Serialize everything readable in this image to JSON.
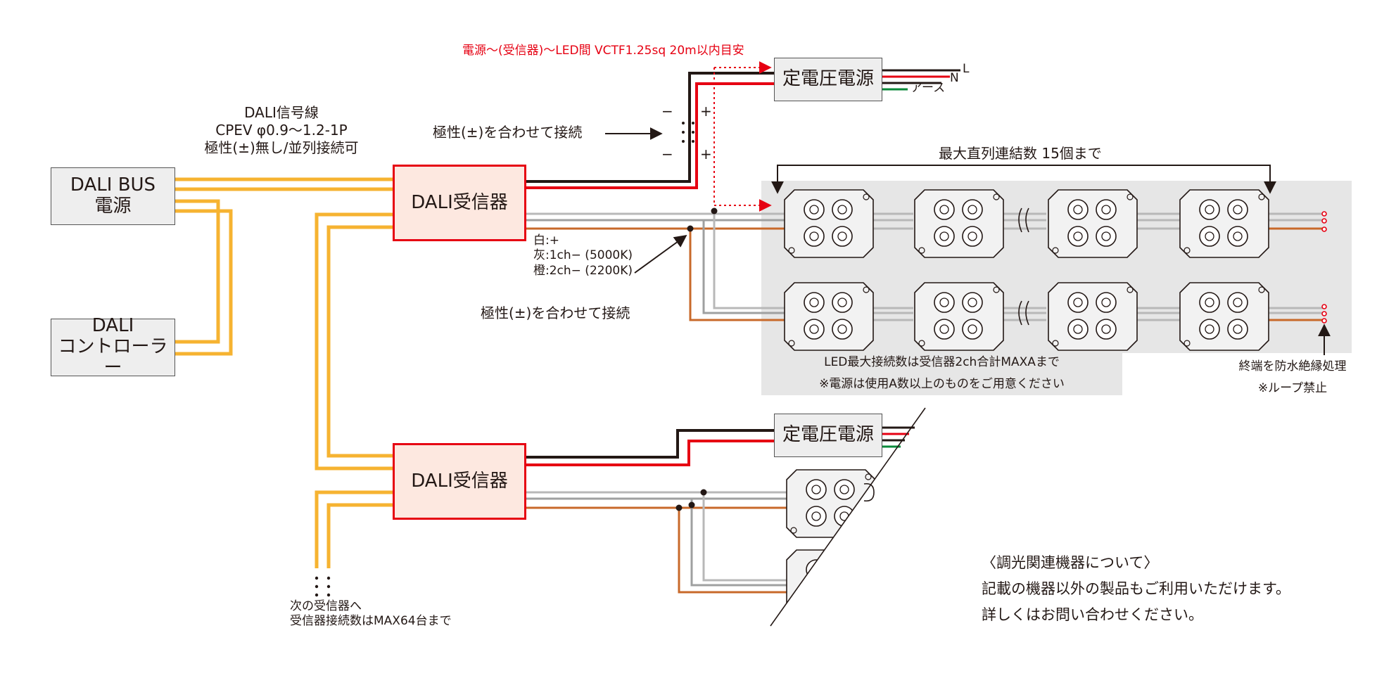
{
  "dali_signal_label": {
    "line1": "DALI信号線",
    "line2": "CPEV φ0.9〜1.2-1P",
    "line3": "極性(±)無し/並列接続可"
  },
  "dali_bus": {
    "line1": "DALI BUS",
    "line2": "電源"
  },
  "dali_controller": {
    "line1": "DALI",
    "line2": "コントローラー"
  },
  "receiver_label": "DALI受信器",
  "power_supply_label": "定電圧電源",
  "top_note": "電源〜(受信器)〜LED間 VCTF1.25sq 20m以内目安",
  "terminal_labels": {
    "L": "L",
    "N": "N",
    "earth": "アース"
  },
  "polarity_label": "極性(±)を合わせて接続",
  "minus": "−",
  "plus": "+",
  "series_label": "最大直列連結数 15個まで",
  "wire_legend": {
    "white": "白:+",
    "gray": "灰:1ch− (5000K)",
    "orange": "橙:2ch− (2200K)"
  },
  "led_note": {
    "line1": "LED最大接続数は受信器2ch合計MAXAまで",
    "line2": "※電源は使用A数以上のものをご用意ください"
  },
  "end_note": {
    "line1": "終端を防水絶縁処理",
    "line2": "※ループ禁止"
  },
  "next_receiver": {
    "line1": "次の受信器へ",
    "line2": "受信器接続数はMAX64台まで"
  },
  "related_devices": {
    "title": "〈調光関連機器について〉",
    "line1": "記載の機器以外の製品もご利用いただけます。",
    "line2": "詳しくはお問い合わせください。"
  },
  "colors": {
    "dali_line": "#f6b331",
    "receiver_border": "#e60012",
    "receiver_fill": "#fde8e0",
    "wire_black": "#231815",
    "wire_red": "#e60012",
    "wire_orange": "#c8692a",
    "wire_gray": "#9fa0a0",
    "wire_green": "#0a8a3a",
    "led_area": "#e6e6e6"
  }
}
